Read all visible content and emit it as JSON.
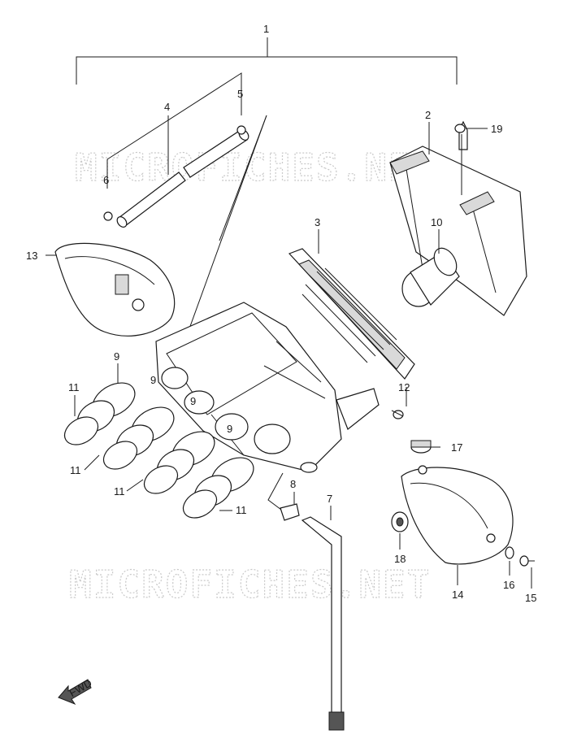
{
  "watermarks": [
    "MICROFICHES.NET",
    "MICROFICHES.NET"
  ],
  "callouts": [
    "1",
    "2",
    "3",
    "4",
    "5",
    "6",
    "7",
    "8",
    "9",
    "9",
    "9",
    "9",
    "10",
    "11",
    "11",
    "11",
    "11",
    "12",
    "13",
    "14",
    "15",
    "16",
    "17",
    "18",
    "19"
  ],
  "fwd_label": "FWD"
}
